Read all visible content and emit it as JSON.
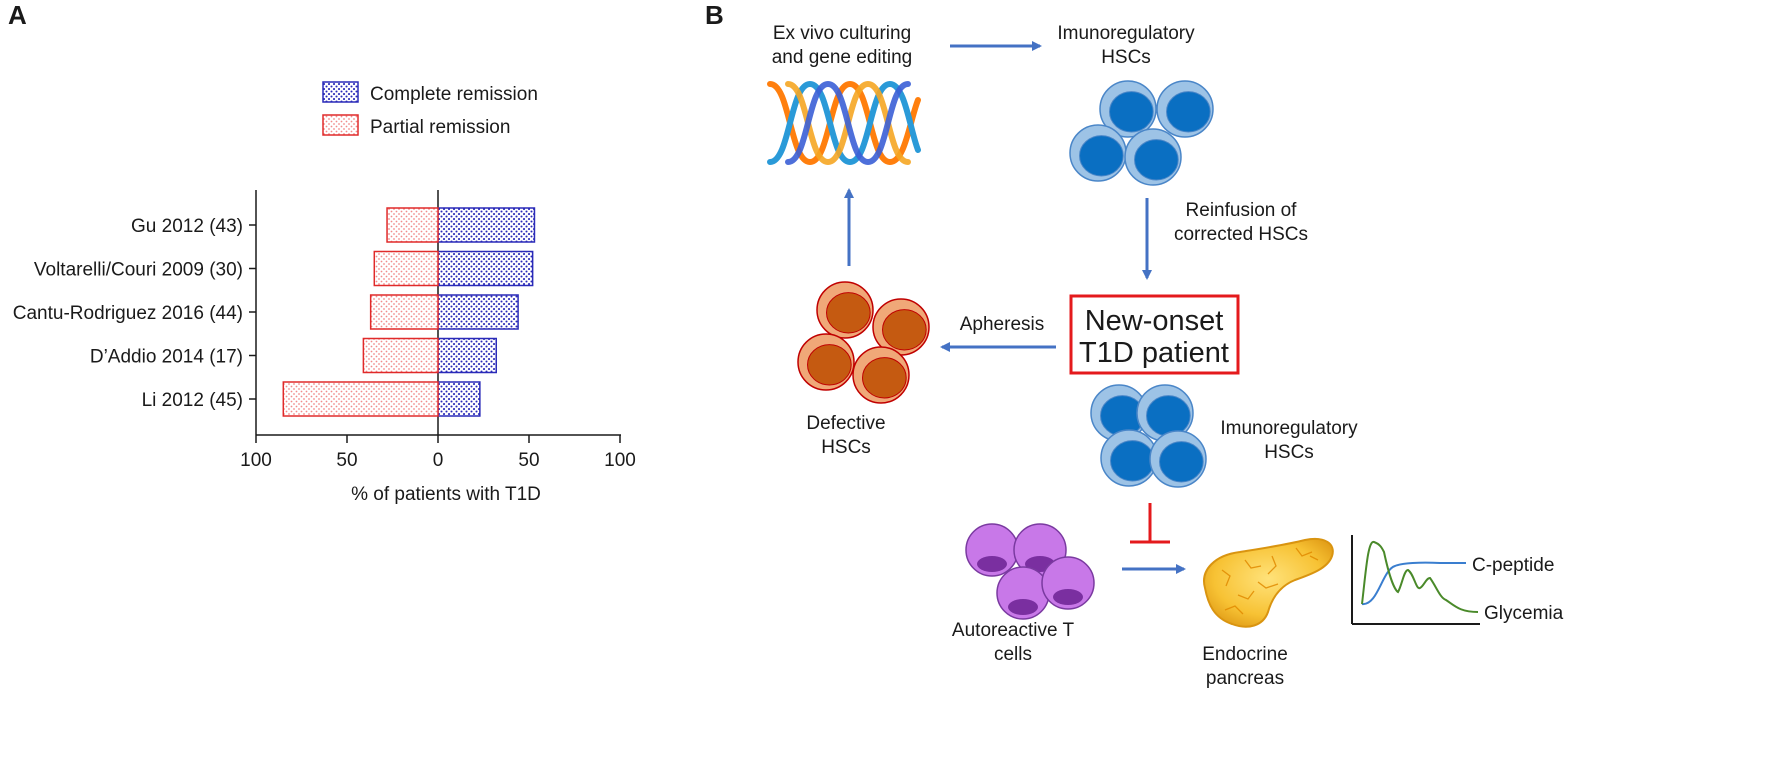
{
  "panel_a": {
    "label": "A",
    "legend": [
      {
        "label": "Complete remission",
        "color": "#2a2ab8"
      },
      {
        "label": "Partial remission",
        "color": "#e02a2a"
      }
    ]
  },
  "panel_b": {
    "label": "B",
    "culturing_line1": "Ex vivo culturing",
    "culturing_line2": "and gene editing",
    "imm_top_line1": "Imunoregulatory",
    "imm_top_line2": "HSCs",
    "reinfusion_line1": "Reinfusion of",
    "reinfusion_line2": "corrected HSCs",
    "patient_line1": "New-onset",
    "patient_line2": "T1D patient",
    "apheresis": "Apheresis",
    "defective_line1": "Defective",
    "defective_line2": "HSCs",
    "imm_mid_line1": "Imunoregulatory",
    "imm_mid_line2": "HSCs",
    "autoreactive_line1": "Autoreactive T",
    "autoreactive_line2": "cells",
    "pancreas_line1": "Endocrine",
    "pancreas_line2": "pancreas",
    "cpeptide": "C-peptide",
    "glycemia": "Glycemia",
    "colors": {
      "arrow": "#4472c4",
      "inhibit": "#e41a1c",
      "patient_box": "#e41a1c",
      "hsc_fill": "#0a6fc2",
      "hsc_shell": "#9dc3e6",
      "defective_fill": "#c55a11",
      "defective_shell": "#f0a878",
      "tcell": "#c878e8",
      "tcell_nucleus": "#7a2fa0",
      "cpeptide_line": "#3a7ecf",
      "glycemia_line": "#4a8a2a"
    }
  },
  "chart_data": {
    "type": "bar",
    "orientation": "horizontal",
    "categories": [
      "Gu 2012 (43)",
      "Voltarelli/Couri 2009 (30)",
      "Cantu-Rodriguez 2016 (44)",
      "D’Addio 2014 (17)",
      "Li 2012 (45)"
    ],
    "series": [
      {
        "name": "Complete remission",
        "values": [
          53,
          52,
          44,
          32,
          23
        ]
      },
      {
        "name": "Partial remission",
        "values": [
          28,
          35,
          37,
          41,
          85
        ]
      }
    ],
    "xlabel": "% of patients with T1D",
    "xticks": [
      "100",
      "50",
      "0",
      "50",
      "100"
    ],
    "xlim": [
      -100,
      100
    ],
    "legend": "top-right"
  }
}
